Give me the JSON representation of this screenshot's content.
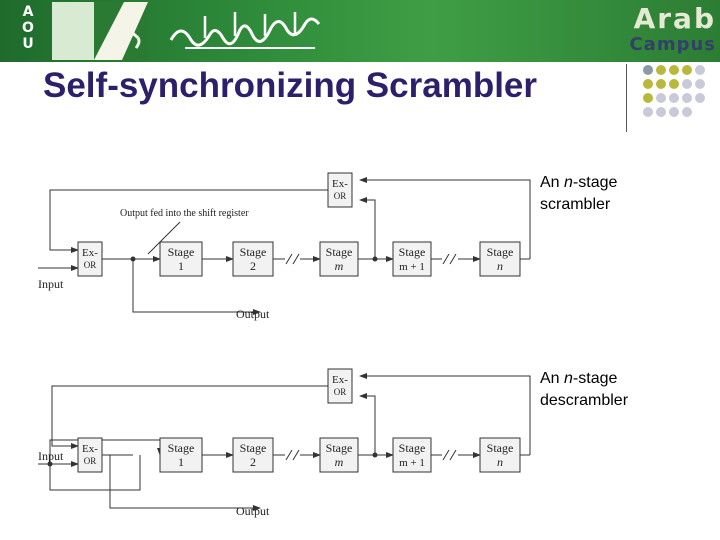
{
  "header": {
    "aou_letters": [
      "A",
      "O",
      "U"
    ],
    "logo_text": [
      "Arab",
      "Campus"
    ]
  },
  "slide": {
    "title": "Self-synchronizing Scrambler",
    "captions": [
      {
        "pre": "An ",
        "italic": "n",
        "post": "-stage",
        "line2": "scrambler"
      },
      {
        "pre": "An ",
        "italic": "n",
        "post": "-stage",
        "line2": "descrambler"
      }
    ]
  },
  "diagram": {
    "scrambler": {
      "xor_left": [
        "Ex-",
        "OR"
      ],
      "xor_top": [
        "Ex-",
        "OR"
      ],
      "stages": [
        {
          "top": "Stage",
          "bottom": "1"
        },
        {
          "top": "Stage",
          "bottom": "2"
        },
        {
          "top": "Stage",
          "bottom": "m"
        },
        {
          "top": "Stage",
          "bottom": "m + 1"
        },
        {
          "top": "Stage",
          "bottom": "n"
        }
      ],
      "input_label": "Input",
      "output_label": "Output",
      "annotation": "Output fed into the shift register"
    },
    "descrambler": {
      "xor_left": [
        "Ex-",
        "OR"
      ],
      "xor_top": [
        "Ex-",
        "OR"
      ],
      "stages": [
        {
          "top": "Stage",
          "bottom": "1"
        },
        {
          "top": "Stage",
          "bottom": "2"
        },
        {
          "top": "Stage",
          "bottom": "m"
        },
        {
          "top": "Stage",
          "bottom": "m + 1"
        },
        {
          "top": "Stage",
          "bottom": "n"
        }
      ],
      "input_label": "Input",
      "output_label": "Output"
    }
  },
  "colors": {
    "banner_green": "#2e8b3a",
    "title": "#2e1f6b",
    "dot_gray": "#8a9aa2",
    "dot_olive": "#b8b93c",
    "dot_light": "#c9c9d8"
  }
}
